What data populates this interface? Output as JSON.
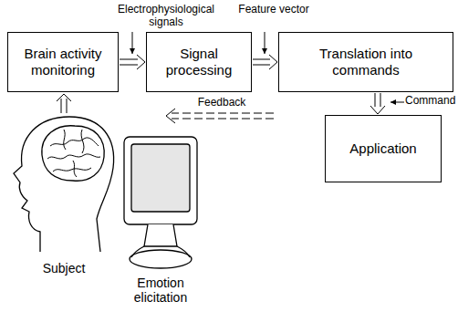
{
  "diagram": {
    "nodes": [
      {
        "text": [
          "Brain activity monitoring"
        ]
      },
      {
        "text": [
          "Signal processing"
        ]
      },
      {
        "text": [
          "Translation into commands"
        ]
      },
      {
        "text": [
          "Application"
        ]
      }
    ],
    "edges": [
      {
        "from": 0,
        "to": 1,
        "arrow": "to",
        "label": "Electrophysiological signals"
      },
      {
        "from": 1,
        "to": 2,
        "arrow": "to",
        "label": "Feature vector"
      },
      {
        "from": 2,
        "to": 3,
        "arrow": "to",
        "label": "Command"
      }
    ],
    "labels": [
      "Subject",
      "Emotion elicitation",
      "Feedback"
    ]
  }
}
